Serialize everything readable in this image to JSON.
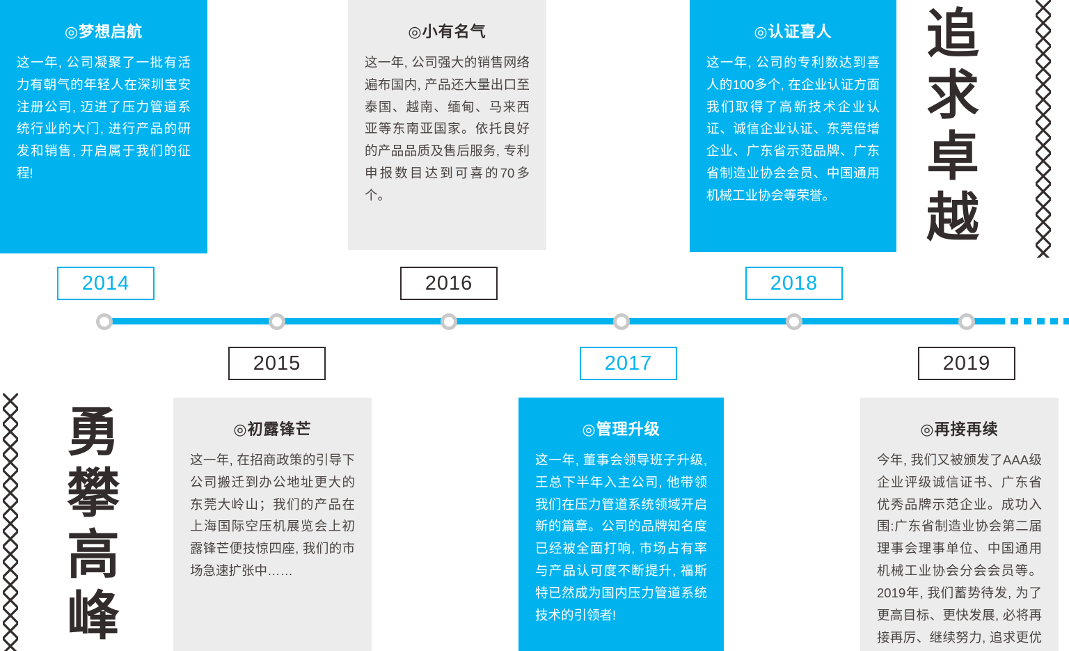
{
  "theme": {
    "accent": "#00b3ef",
    "gray_card": "#ececec",
    "ink": "#332c2c"
  },
  "headlines": {
    "top_right": "追求卓越",
    "bottom_left": "勇攀高峰"
  },
  "timeline": {
    "years": [
      {
        "label": "2014",
        "accent": true,
        "position": "top"
      },
      {
        "label": "2015",
        "accent": false,
        "position": "bottom"
      },
      {
        "label": "2016",
        "accent": false,
        "position": "top"
      },
      {
        "label": "2017",
        "accent": true,
        "position": "bottom"
      },
      {
        "label": "2018",
        "accent": true,
        "position": "top"
      },
      {
        "label": "2019",
        "accent": false,
        "position": "bottom"
      }
    ]
  },
  "cards": {
    "y2014": {
      "marker": "◎",
      "title": "梦想启航",
      "body": "这一年, 公司凝聚了一批有活力有朝气的年轻人在深圳宝安注册公司, 迈进了压力管道系统行业的大门, 进行产品的研发和销售, 开启属于我们的征程!"
    },
    "y2015": {
      "marker": "◎",
      "title": "初露锋芒",
      "body": "这一年, 在招商政策的引导下公司搬迁到办公地址更大的东莞大岭山；我们的产品在上海国际空压机展览会上初露锋芒便技惊四座, 我们的市场急速扩张中……"
    },
    "y2016": {
      "marker": "◎",
      "title": "小有名气",
      "body": "这一年, 公司强大的销售网络遍布国内, 产品还大量出口至泰国、越南、缅甸、马来西亚等东南亚国家。依托良好的产品品质及售后服务, 专利申报数目达到可喜的70多个。"
    },
    "y2017": {
      "marker": "◎",
      "title": "管理升级",
      "body": "这一年, 董事会领导班子升级, 王总下半年入主公司, 他带领我们在压力管道系统领域开启新的篇章。公司的品牌知名度已经被全面打响, 市场占有率与产品认可度不断提升, 福斯特已然成为国内压力管道系统技术的引领者!"
    },
    "y2018": {
      "marker": "◎",
      "title": "认证喜人",
      "body": "这一年, 公司的专利数达到喜人的100多个, 在企业认证方面我们取得了高新技术企业认证、诚信企业认证、东莞倍增企业、广东省示范品牌、广东省制造业协会会员、中国通用机械工业协会等荣誉。"
    },
    "y2019": {
      "marker": "◎",
      "title": "再接再续",
      "body": "今年, 我们又被颁发了AAA级企业评级诚信证书、广东省优秀品牌示范企业。成功入围:广东省制造业协会第二届理事会理事单位、中国通用机械工业协会分会会员等。2019年, 我们蓄势待发, 为了更高目标、更快发展, 必将再接再厉、继续努力, 追求更优质量、更好服务!!"
    }
  }
}
